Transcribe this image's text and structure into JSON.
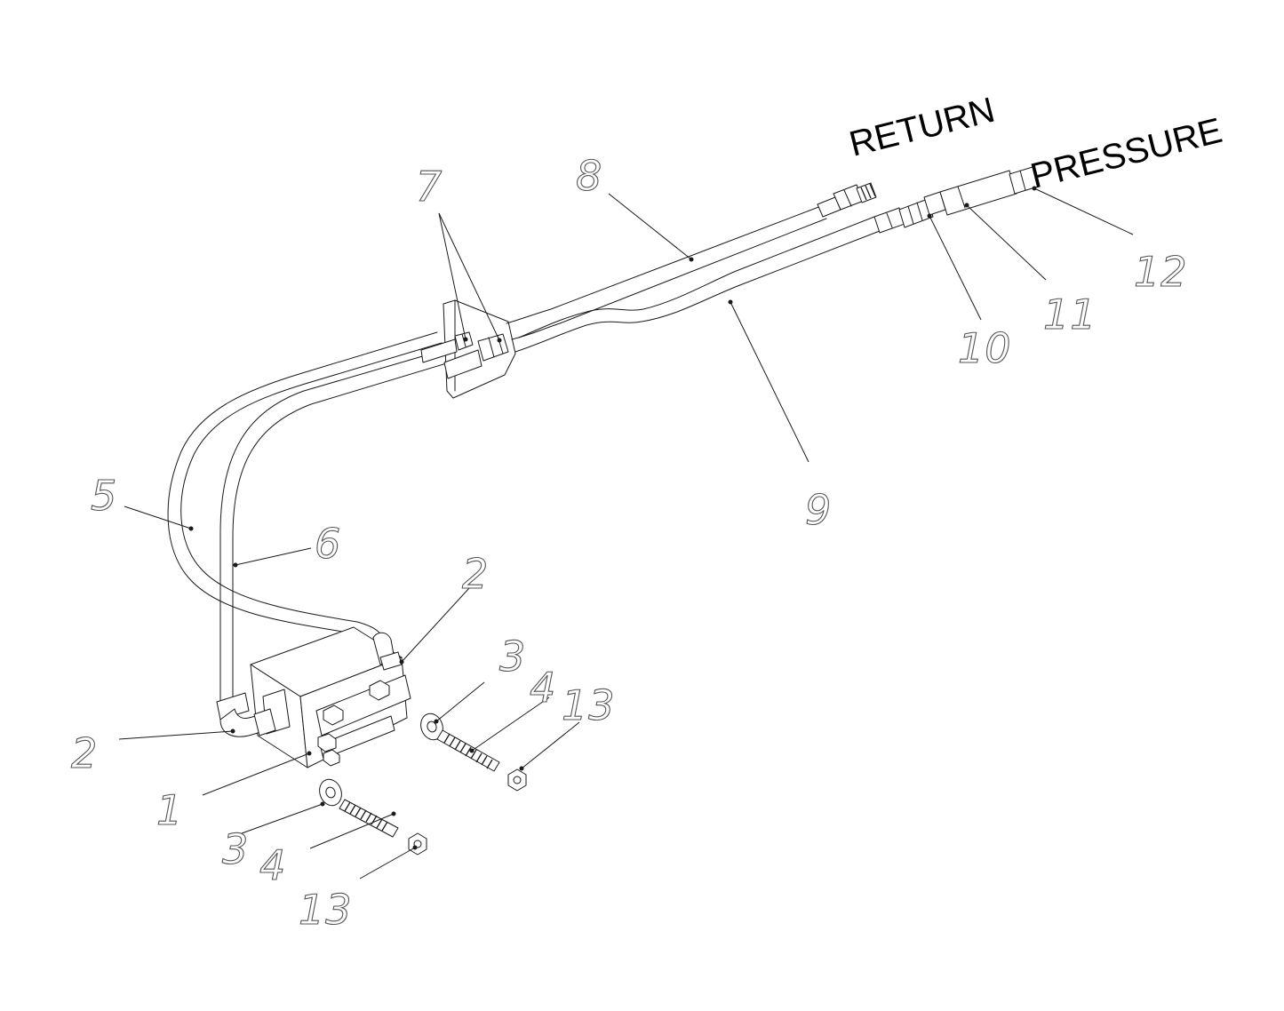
{
  "diagram": {
    "flow_labels": {
      "return": "RETURN",
      "pressure": "PRESSURE"
    },
    "callouts": {
      "c1": "1",
      "c2a": "2",
      "c2b": "2",
      "c3a": "3",
      "c3b": "3",
      "c4a": "4",
      "c4b": "4",
      "c5": "5",
      "c6": "6",
      "c7": "7",
      "c8": "8",
      "c9": "9",
      "c10": "10",
      "c11": "11",
      "c12": "12",
      "c13a": "13",
      "c13b": "13"
    }
  }
}
